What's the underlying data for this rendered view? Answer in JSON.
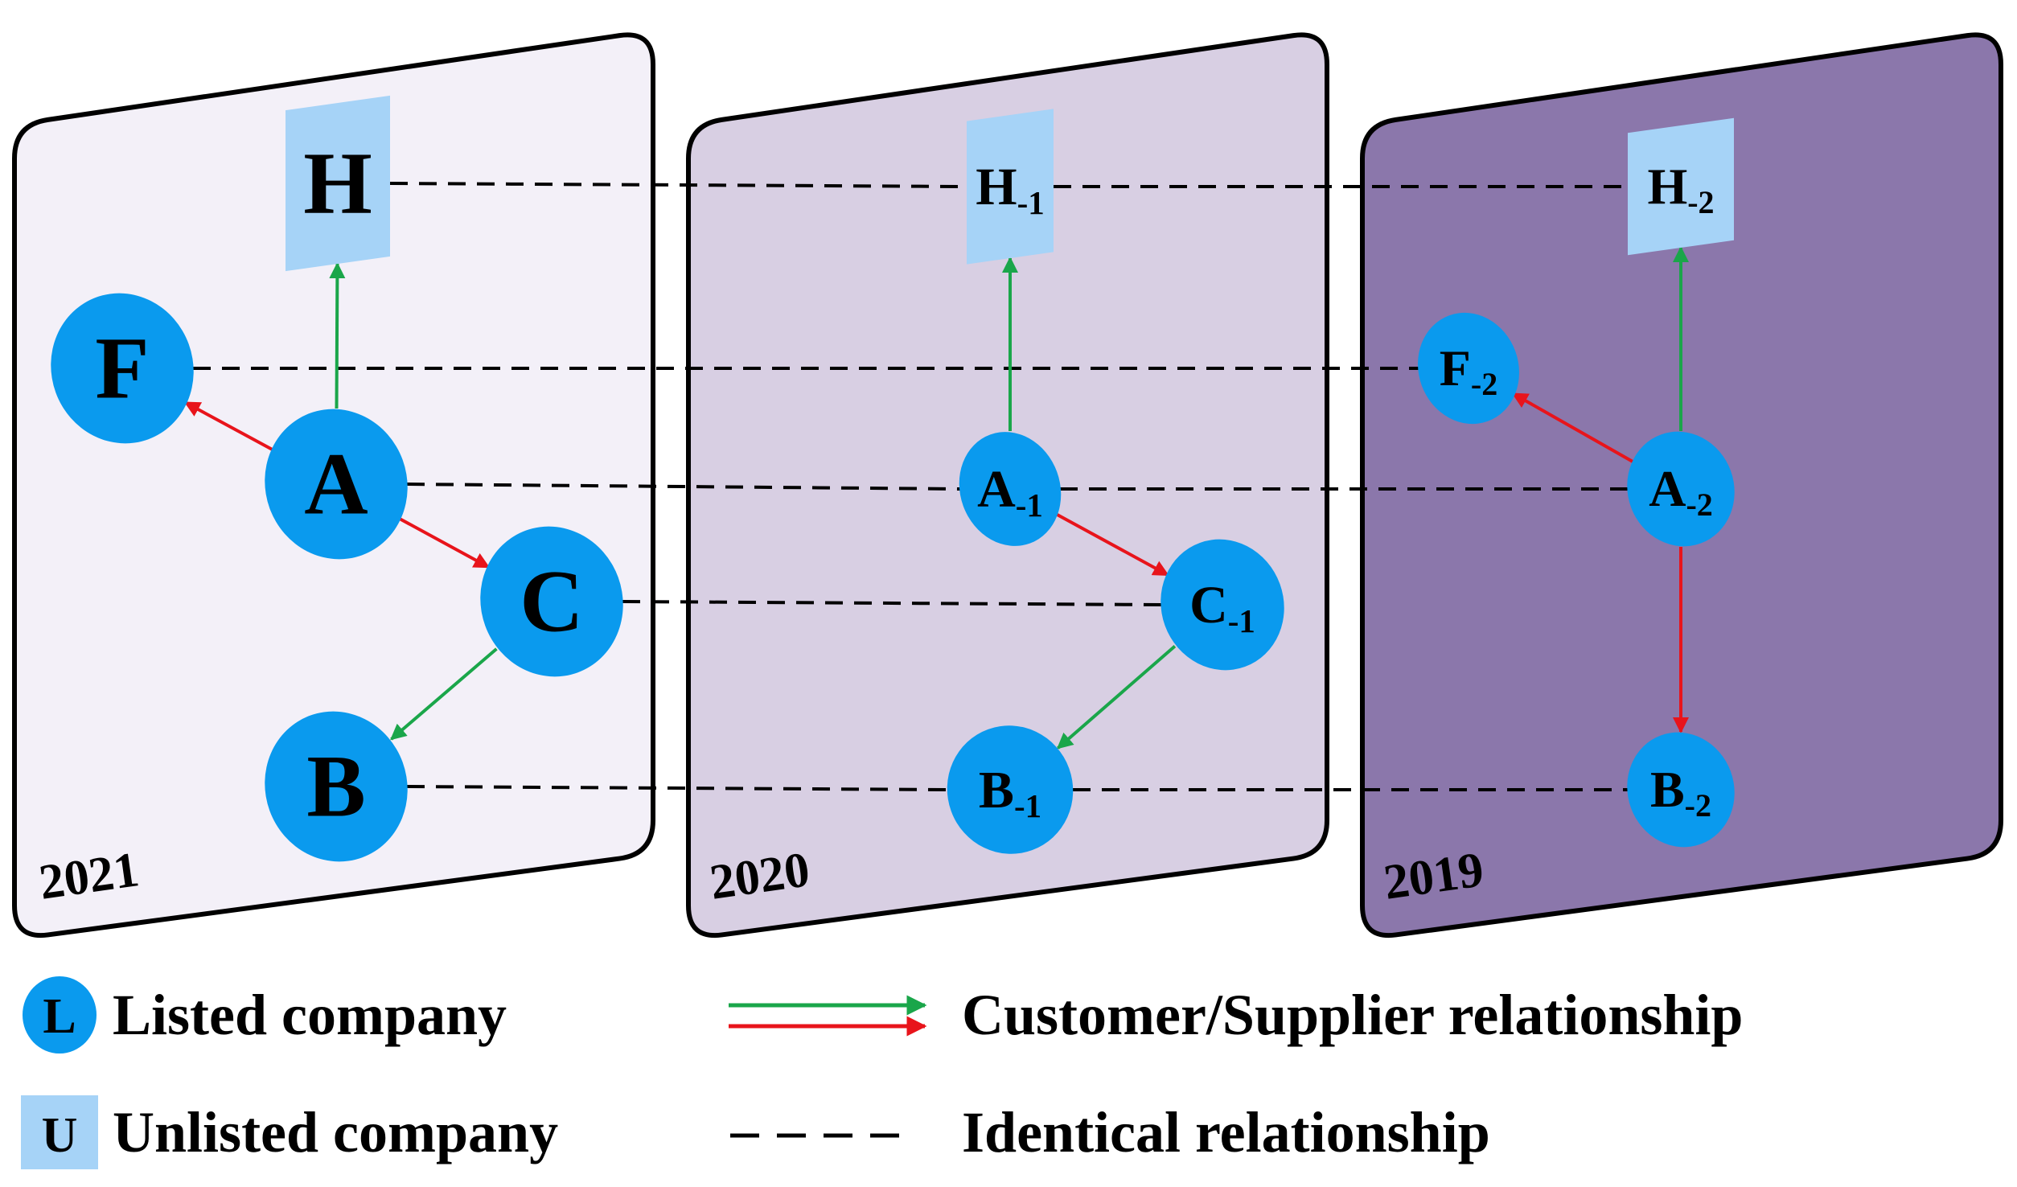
{
  "colors": {
    "listed_fill": "#0a9aee",
    "unlisted_fill": "#a6d3f7",
    "customer_supplier_green": "#1aa64a",
    "customer_supplier_red": "#e8141b",
    "identical_line": "#000000",
    "panel_2021_fill": "#f3f0f8",
    "panel_2020_fill": "#d8cfe3",
    "panel_2019_fill": "#8b77ab",
    "panel_border": "#000000"
  },
  "panels": [
    {
      "id": "2021",
      "year_label": "2021",
      "nodes": {
        "H": {
          "base": "H",
          "sub": "",
          "type": "unlisted"
        },
        "F": {
          "base": "F",
          "sub": "",
          "type": "listed"
        },
        "A": {
          "base": "A",
          "sub": "",
          "type": "listed"
        },
        "C": {
          "base": "C",
          "sub": "",
          "type": "listed"
        },
        "B": {
          "base": "B",
          "sub": "",
          "type": "listed"
        }
      },
      "edges": [
        {
          "from": "A",
          "to": "H",
          "color": "green"
        },
        {
          "from": "A",
          "to": "F",
          "color": "red"
        },
        {
          "from": "A",
          "to": "C",
          "color": "red"
        },
        {
          "from": "C",
          "to": "B",
          "color": "green"
        }
      ]
    },
    {
      "id": "2020",
      "year_label": "2020",
      "nodes": {
        "H": {
          "base": "H",
          "sub": "-1",
          "type": "unlisted"
        },
        "A": {
          "base": "A",
          "sub": "-1",
          "type": "listed"
        },
        "C": {
          "base": "C",
          "sub": "-1",
          "type": "listed"
        },
        "B": {
          "base": "B",
          "sub": "-1",
          "type": "listed"
        }
      },
      "edges": [
        {
          "from": "A",
          "to": "H",
          "color": "green"
        },
        {
          "from": "A",
          "to": "C",
          "color": "red"
        },
        {
          "from": "C",
          "to": "B",
          "color": "green"
        }
      ]
    },
    {
      "id": "2019",
      "year_label": "2019",
      "nodes": {
        "H": {
          "base": "H",
          "sub": "-2",
          "type": "unlisted"
        },
        "F": {
          "base": "F",
          "sub": "-2",
          "type": "listed"
        },
        "A": {
          "base": "A",
          "sub": "-2",
          "type": "listed"
        },
        "B": {
          "base": "B",
          "sub": "-2",
          "type": "listed"
        }
      },
      "edges": [
        {
          "from": "A",
          "to": "H",
          "color": "green"
        },
        {
          "from": "A",
          "to": "F",
          "color": "red"
        },
        {
          "from": "A",
          "to": "B",
          "color": "red"
        }
      ]
    }
  ],
  "identical_links": [
    "H",
    "F",
    "A",
    "C",
    "B"
  ],
  "legend": {
    "listed_symbol": "L",
    "listed_label": "Listed company",
    "unlisted_symbol": "U",
    "unlisted_label": "Unlisted company",
    "customer_supplier_label": "Customer/Supplier relationship",
    "identical_label": "Identical relationship"
  }
}
